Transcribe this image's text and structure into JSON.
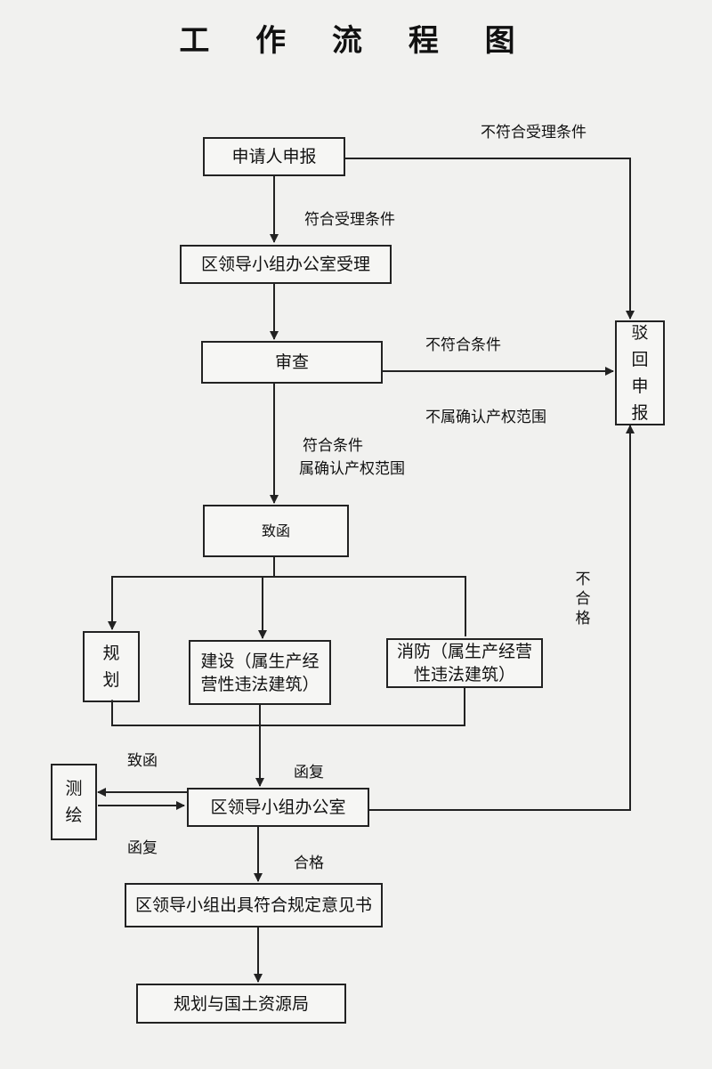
{
  "title": "工 作 流 程 图",
  "nodes": {
    "applicant": "申请人申报",
    "office_accept": "区领导小组办公室受理",
    "review": "审查",
    "letter": "致函",
    "planning": "规划",
    "construction": "建设（属生产经营性违法建筑）",
    "fire": "消防（属生产经营性违法建筑）",
    "survey": "测绘",
    "office": "区领导小组办公室",
    "opinion": "区领导小组出具符合规定意见书",
    "bureau": "规划与国土资源局",
    "reject": "驳回申报"
  },
  "edge_labels": {
    "not_meet_acceptance": "不符合受理条件",
    "meet_acceptance": "符合受理条件",
    "not_meet": "不符合条件",
    "not_scope": "不属确认产权范围",
    "meet": "符合条件",
    "in_scope": "属确认产权范围",
    "unqualified": "不合格",
    "letter_to": "致函",
    "reply_1": "函复",
    "reply_2": "函复",
    "qualified": "合格"
  }
}
